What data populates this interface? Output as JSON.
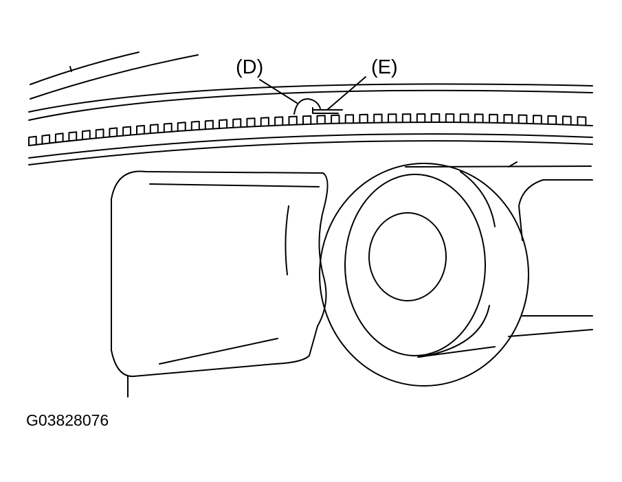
{
  "diagram": {
    "callouts": [
      {
        "id": "D",
        "label": "(D)"
      },
      {
        "id": "E",
        "label": "(E)"
      }
    ],
    "figure_id": "G03828076",
    "colors": {
      "line": "#000000",
      "background": "#ffffff"
    }
  }
}
